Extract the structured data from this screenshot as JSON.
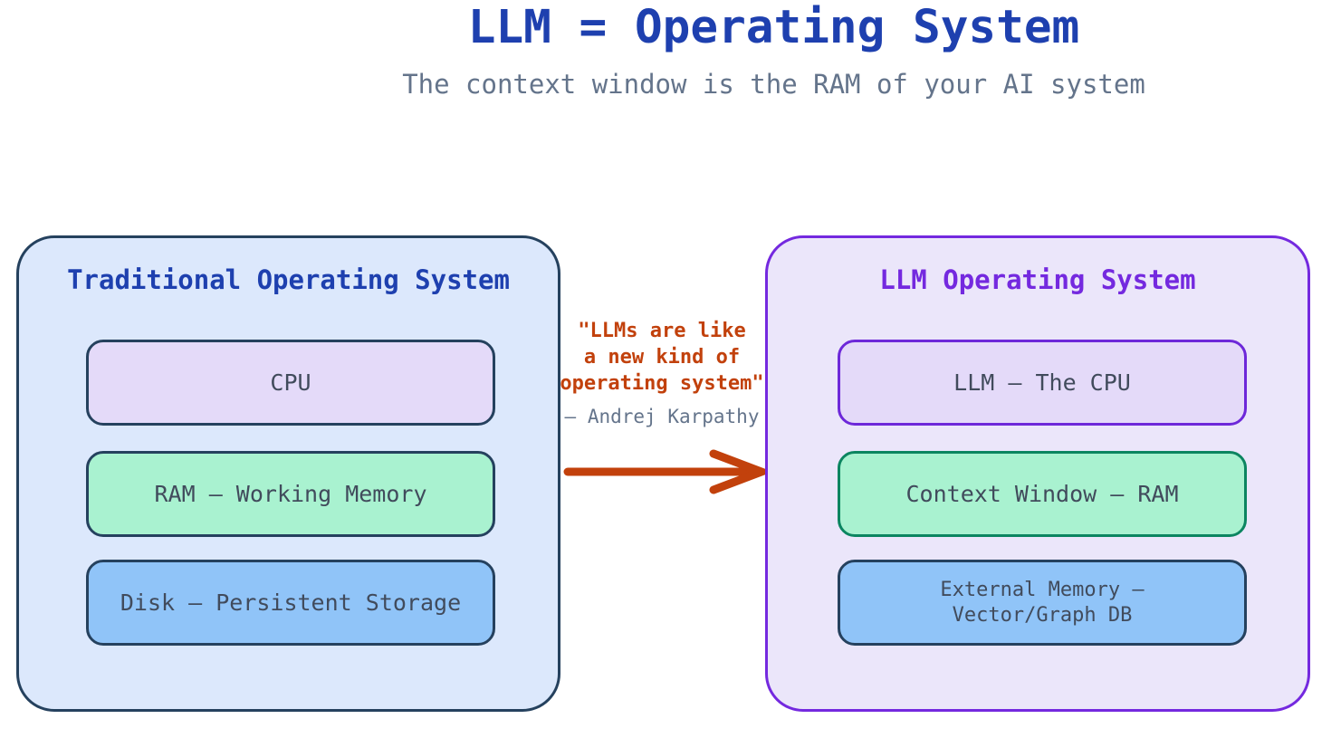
{
  "header": {
    "title": "LLM = Operating System",
    "subtitle": "The context window is the RAM of your AI system"
  },
  "left_panel": {
    "title": "Traditional Operating System",
    "boxes": [
      {
        "label": "CPU",
        "bg": "#e4daf9",
        "border": "#25415e"
      },
      {
        "label": "RAM — Working Memory",
        "bg": "#a9f2d0",
        "border": "#25415e"
      },
      {
        "label": "Disk — Persistent Storage",
        "bg": "#90c4f8",
        "border": "#25415e"
      }
    ]
  },
  "right_panel": {
    "title": "LLM Operating System",
    "boxes": [
      {
        "label": "LLM — The CPU",
        "bg": "#e4daf9",
        "border": "#6d28d9"
      },
      {
        "label": "Context Window — RAM",
        "bg": "#a9f2d0",
        "border": "#0b8560"
      },
      {
        "label": "External Memory — Vector/Graph DB",
        "bg": "#90c4f8",
        "border": "#25415e"
      }
    ]
  },
  "middle": {
    "quote_lines": [
      "\"LLMs are like",
      "a new kind of",
      "operating system\""
    ],
    "attribution": "— Andrej Karpathy",
    "arrow_icon": "right-arrow"
  },
  "colors": {
    "title_blue": "#1e40af",
    "subtitle_gray": "#64748b",
    "left_panel_bg": "#dce8fc",
    "navy_border": "#25415e",
    "right_panel_bg": "#ebe6fa",
    "purple_accent": "#7429df",
    "violet_border": "#6d28d9",
    "green_border": "#0b8560",
    "mint_bg": "#a9f2d0",
    "lavender_bg": "#e4daf9",
    "blue_bg": "#90c4f8",
    "label_text": "#414b5c",
    "quote_orange": "#c2410c"
  }
}
